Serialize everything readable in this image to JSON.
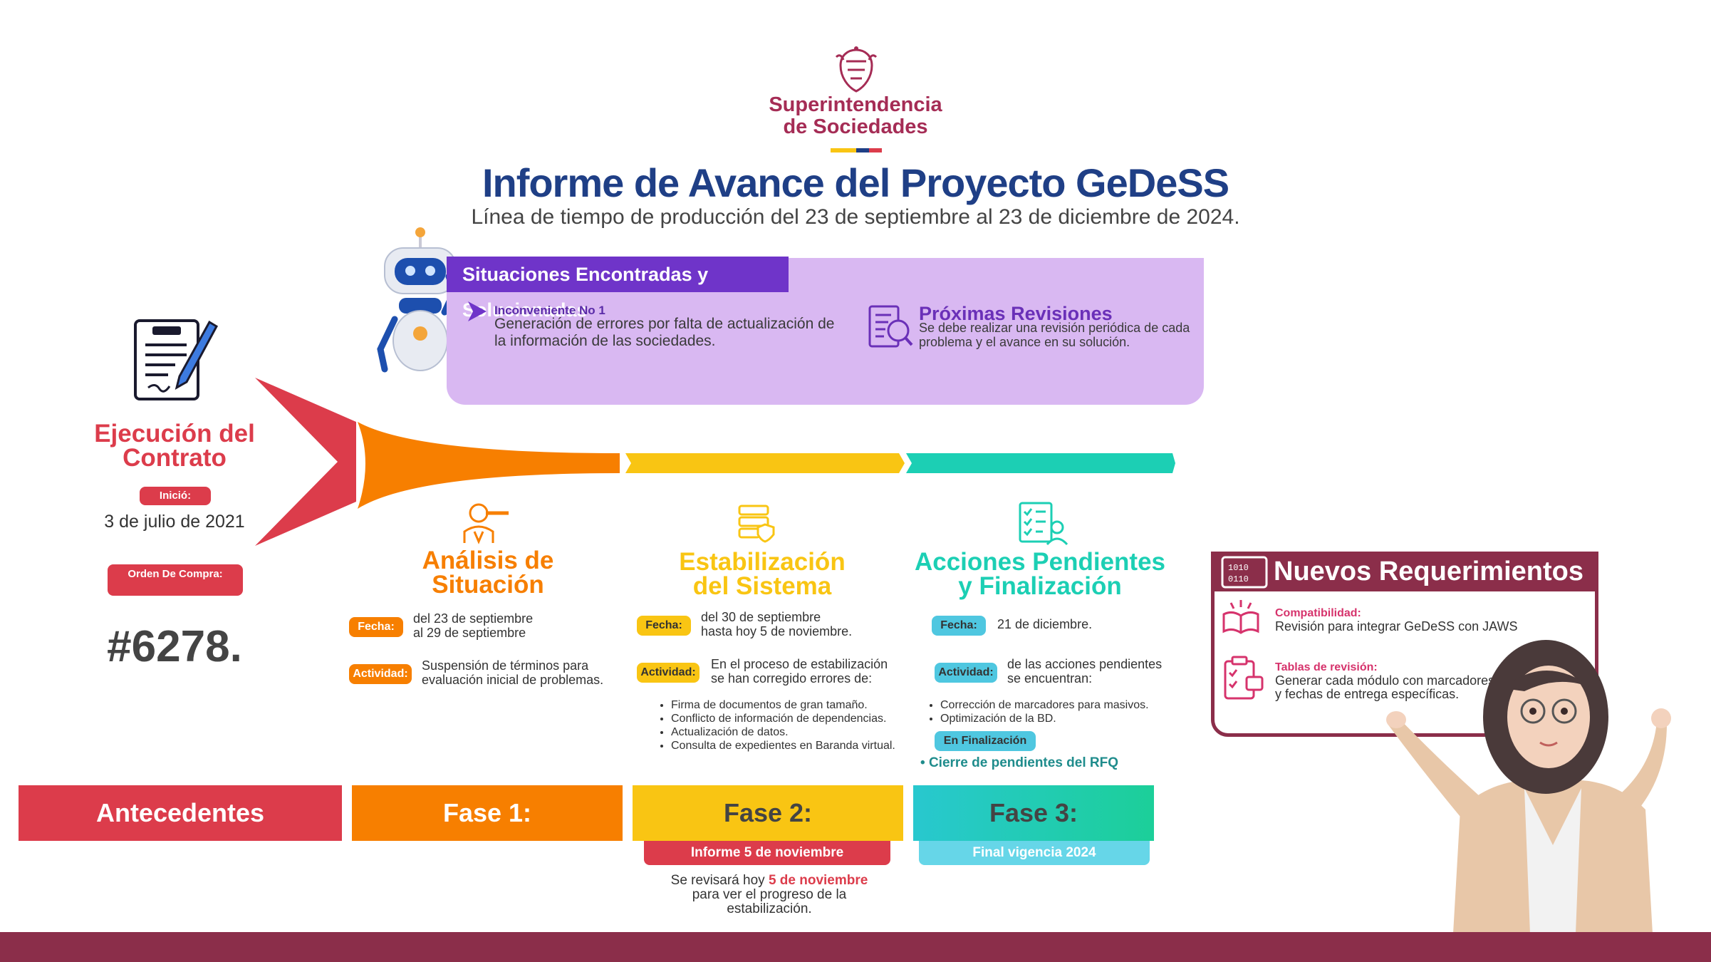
{
  "brand": {
    "line1": "Superintendencia",
    "line2": "de Sociedades"
  },
  "header": {
    "title": "Informe de Avance del Proyecto GeDeSS",
    "subtitle": "Línea de tiempo de producción del 23 de septiembre al 23 de diciembre de 2024."
  },
  "situations": {
    "tab": "Situaciones Encontradas y Solucionadas",
    "issue_label": "Inconveniente No 1",
    "issue_text": "Generación de errores por falta de actualización de la información de las sociedades.",
    "next_title": "Próximas Revisiones",
    "next_text": "Se debe realizar una revisión periódica de cada problema y el avance en su solución."
  },
  "contract": {
    "title": "Ejecución del Contrato",
    "start_label": "Inició:",
    "start_date": "3 de julio de 2021",
    "order_label": "Orden De Compra:",
    "order_number": "#6278."
  },
  "phases": [
    {
      "title_l1": "Análisis de",
      "title_l2": "Situación",
      "fecha_label": "Fecha:",
      "fecha_text": "del 23 de septiembre\nal 29 de septiembre",
      "act_label": "Actividad:",
      "act_text": "Suspensión de términos para\nevaluación inicial de problemas.",
      "bar_label": "Fase 1:"
    },
    {
      "title_l1": "Estabilización",
      "title_l2": "del Sistema",
      "fecha_label": "Fecha:",
      "fecha_text": "del 30 de septiembre\nhasta hoy 5 de noviembre.",
      "act_label": "Actividad:",
      "act_text": "En el proceso de estabilización\nse han corregido errores de:",
      "bullets": [
        "Firma de documentos de gran tamaño.",
        "Conflicto de información de dependencias.",
        "Actualización de datos.",
        "Consulta de expedientes en Baranda virtual."
      ],
      "bar_label": "Fase 2:",
      "sub_label": "Informe 5 de noviembre",
      "note_pre": "Se revisará hoy",
      "note_hl": "5 de noviembre",
      "note_post": "para ver el progreso de la\nestabilización."
    },
    {
      "title_l1": "Acciones Pendientes",
      "title_l2": "y Finalización",
      "fecha_label": "Fecha:",
      "fecha_text": "21 de diciembre.",
      "act_label": "Actividad:",
      "act_text": "de las acciones pendientes\nse encuentran:",
      "bullets": [
        "Corrección de marcadores para masivos.",
        "Optimización de la BD."
      ],
      "status_pill": "En Finalización",
      "status_item": "Cierre de pendientes del RFQ",
      "bar_label": "Fase 3:",
      "sub_label": "Final vigencia 2024"
    }
  ],
  "base_left": "Antecedentes",
  "nuevos": {
    "title": "Nuevos Requerimientos",
    "items": [
      {
        "label": "Compatibilidad:",
        "text": "Revisión para integrar GeDeSS con JAWS"
      },
      {
        "label": "Tablas de revisión:",
        "text": "Generar cada módulo con marcadores\ny fechas de entrega específicas."
      }
    ]
  },
  "colors": {
    "red": "#dc3c4b",
    "orange": "#f77f00",
    "yellow": "#f9c513",
    "teal": "#1ccfb4",
    "purple": "#6f34c9",
    "lavender": "#d9b8f2",
    "navy": "#1f3f86",
    "maroon": "#8b2e4a"
  }
}
